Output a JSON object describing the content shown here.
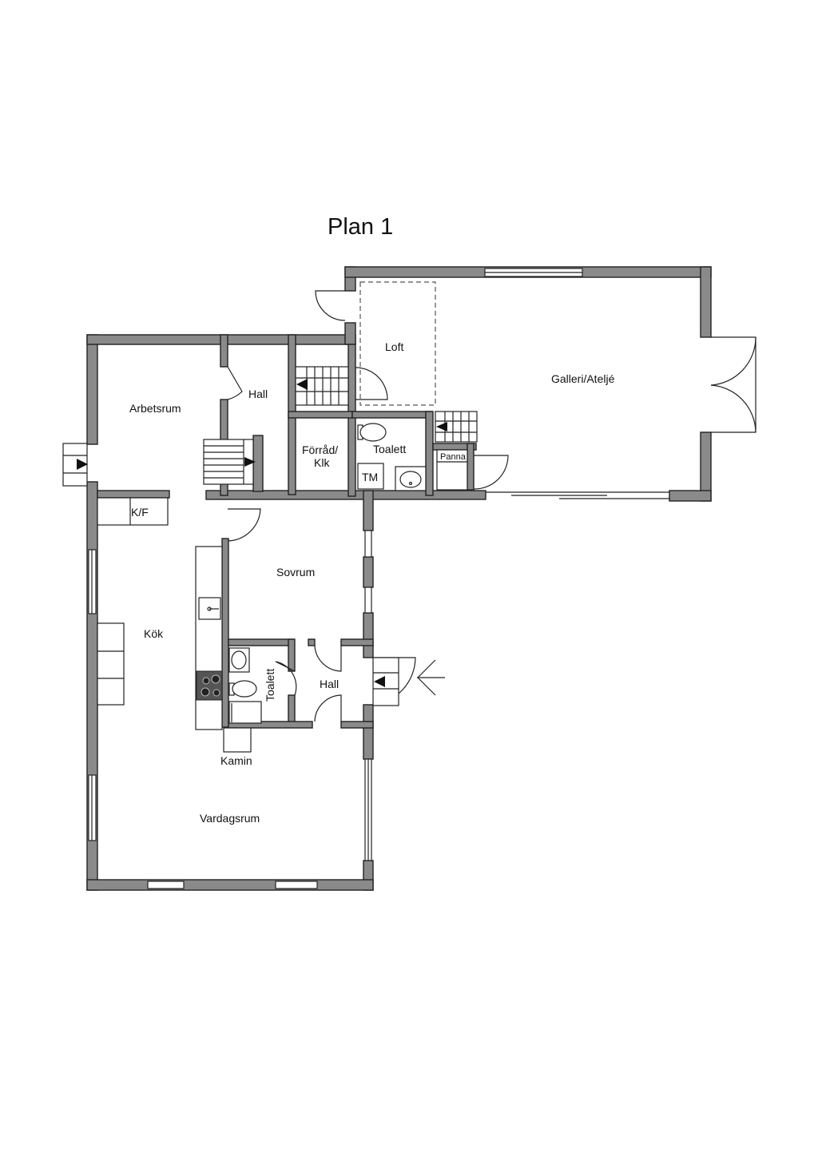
{
  "plan": {
    "title": "Plan 1",
    "rooms": {
      "loft": "Loft",
      "galleri": "Galleri/Ateljé",
      "arbetsrum": "Arbetsrum",
      "hall_upper": "Hall",
      "forrad_line1": "Förråd/",
      "forrad_line2": "Klk",
      "toalett_upper": "Toalett",
      "tm": "TM",
      "panna": "Panna",
      "kf": "K/F",
      "sovrum": "Sovrum",
      "kok": "Kök",
      "toalett_lower": "Toalett",
      "hall_lower": "Hall",
      "kamin": "Kamin",
      "vardagsrum": "Vardagsrum"
    },
    "colors": {
      "wall": "#8a8a8a",
      "line": "#222222",
      "background": "#ffffff"
    }
  }
}
